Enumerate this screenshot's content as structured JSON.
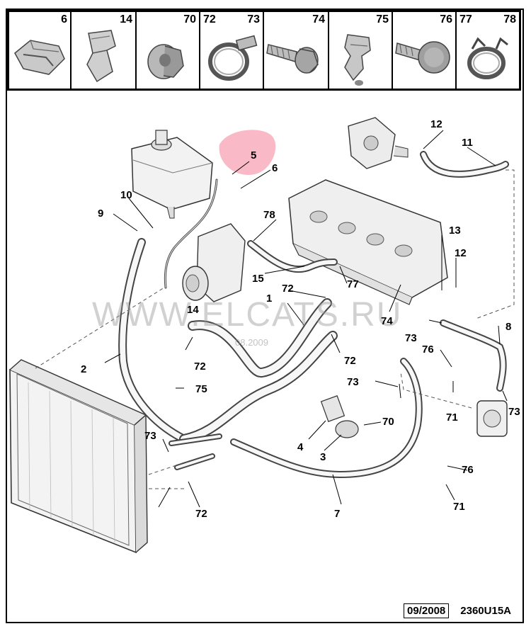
{
  "parts_strip": [
    {
      "nums": [
        "6"
      ],
      "icon": "clip-icon"
    },
    {
      "nums": [
        "14"
      ],
      "icon": "bracket-clip-icon"
    },
    {
      "nums": [
        "70"
      ],
      "icon": "nut-icon"
    },
    {
      "nums": [
        "72",
        "73"
      ],
      "icon": "hose-clamp-icon"
    },
    {
      "nums": [
        "74"
      ],
      "icon": "bolt-icon"
    },
    {
      "nums": [
        "75"
      ],
      "icon": "holder-clip-icon"
    },
    {
      "nums": [
        "76"
      ],
      "icon": "screw-icon"
    },
    {
      "nums": [
        "77",
        "78"
      ],
      "icon": "spring-clamp-icon"
    }
  ],
  "callouts": {
    "c1": "1",
    "c2": "2",
    "c3": "3",
    "c4": "4",
    "c5": "5",
    "c6": "6",
    "c7": "7",
    "c8": "8",
    "c9": "9",
    "c10": "10",
    "c11": "11",
    "c12a": "12",
    "c12b": "12",
    "c13": "13",
    "c14": "14",
    "c15": "15",
    "c70": "70",
    "c71a": "71",
    "c71b": "71",
    "c72a": "72",
    "c72b": "72",
    "c72c": "72",
    "c72d": "72",
    "c73a": "73",
    "c73b": "73",
    "c73c": "73",
    "c73d": "73",
    "c74": "74",
    "c75": "75",
    "c76a": "76",
    "c76b": "76",
    "c77": "77",
    "c78": "78"
  },
  "highlight_color": "#f7a8b8",
  "watermark": {
    "text": "WWW.ELCATS.RU",
    "date": "08.2009"
  },
  "footer": {
    "date": "09/2008",
    "ref": "2360U15A"
  }
}
